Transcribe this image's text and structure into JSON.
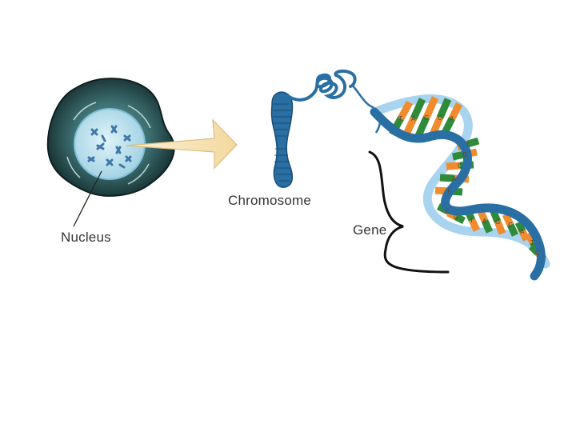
{
  "labels": {
    "nucleus": "Nucleus",
    "chromosome": "Chromosome",
    "gene": "Gene"
  },
  "base_letters": [
    "T",
    "A",
    "G",
    "C",
    "A",
    "T",
    "G",
    "C",
    "A",
    "T",
    "C",
    "G",
    "T",
    "A",
    "G",
    "C",
    "A",
    "T",
    "C",
    "G",
    "A",
    "T",
    "G"
  ],
  "colors": {
    "cell_dark": "#1f3d3f",
    "cell_mid": "#3c6e70",
    "nucleus_fill": "#bfe3ee",
    "chromosome_blue": "#2a6fa3",
    "backbone_light": "#a9d4ef",
    "base_green": "#2f8b3a",
    "base_orange": "#f08c2e",
    "arrow_fill": "#f7e3b5",
    "arrow_stroke": "#d9bd80"
  }
}
